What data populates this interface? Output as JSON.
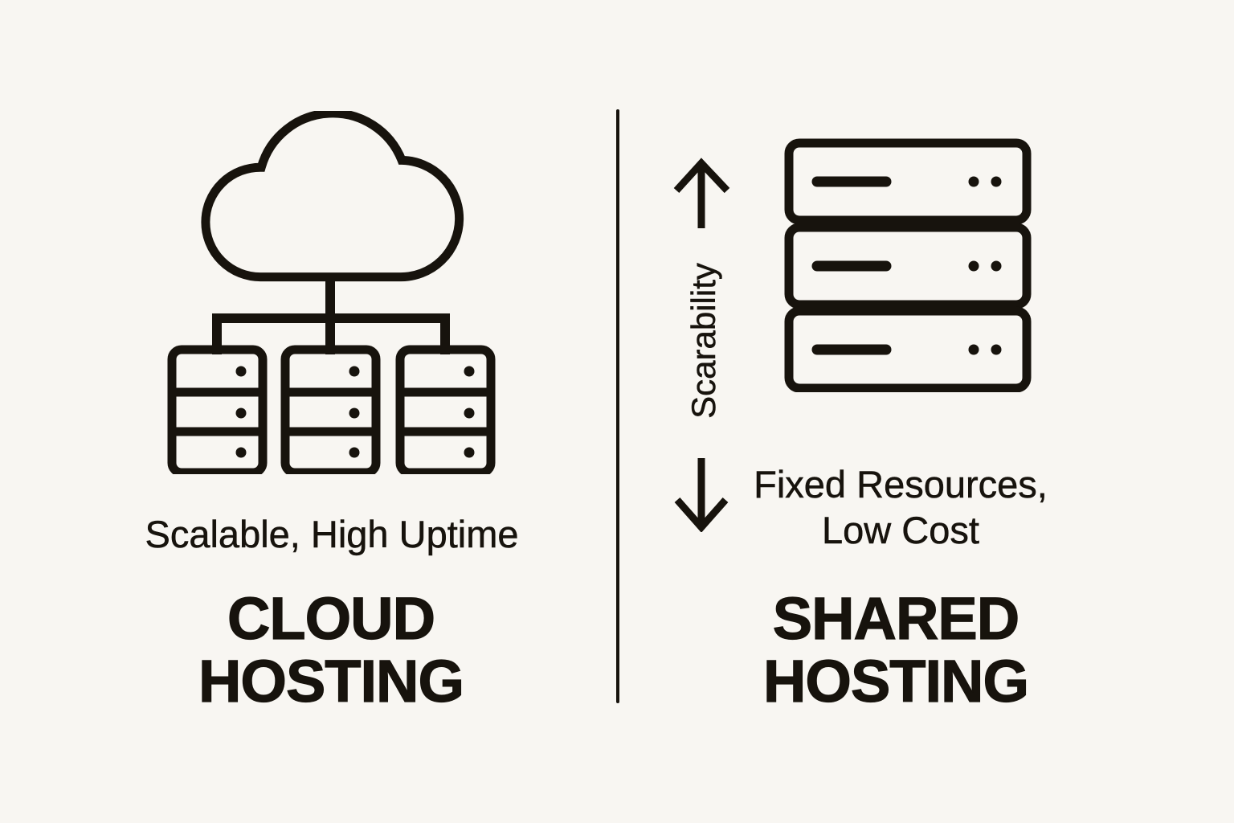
{
  "canvas": {
    "background": "#f8f6f2",
    "ink": "#17130d"
  },
  "left_panel": {
    "icon": "cloud-connected-servers-icon",
    "caption": "Scalable, High Uptime",
    "title": {
      "line1": "CLOUD",
      "line2": "HOSTING"
    }
  },
  "right_panel": {
    "axis": {
      "up_arrow": "arrow-up-icon",
      "label": "Scarability",
      "down_arrow": "arrow-down-icon"
    },
    "icon": "stacked-server-rack-icon",
    "caption": {
      "line1": "Fixed Resources,",
      "line2": "Low Cost"
    },
    "title": {
      "line1": "SHARED",
      "line2": "HOSTING"
    }
  }
}
